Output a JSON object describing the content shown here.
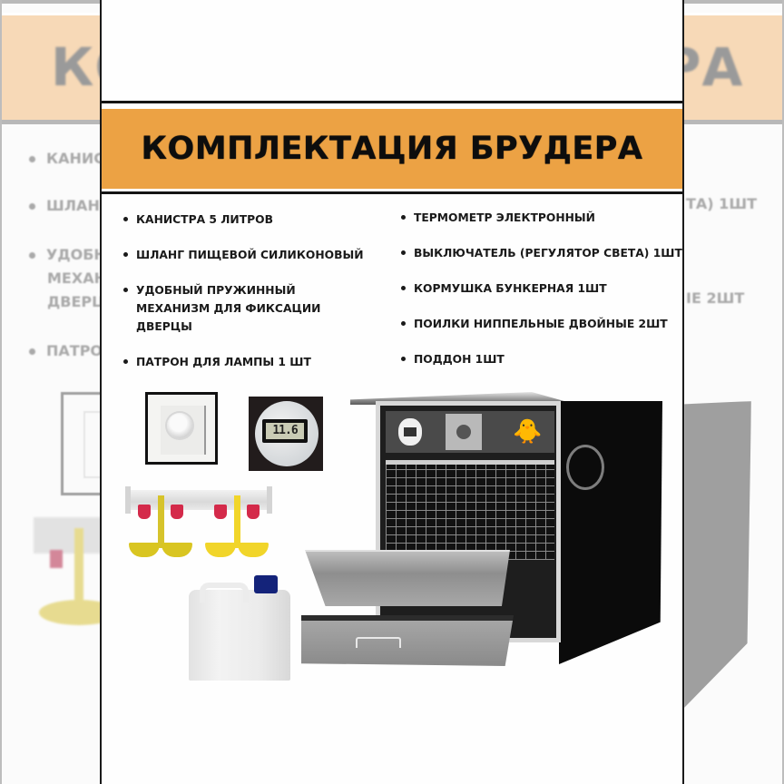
{
  "header": {
    "title": "КОМПЛЕКТАЦИЯ БРУДЕРА"
  },
  "background": {
    "left_title_fragment": "КО",
    "right_title_fragment": "РА",
    "left_items": [
      "КАНИС",
      "ШЛАН",
      "УДОБН",
      "МЕХАН",
      "ДВЕРЦ",
      "ПАТРО"
    ],
    "right_items": [
      "ТА) 1ШТ",
      "ІЕ 2ШТ"
    ]
  },
  "items_left": [
    {
      "label": "КАНИСТРА 5 ЛИТРОВ"
    },
    {
      "label": "ШЛАНГ ПИЩЕВОЙ СИЛИКОНОВЫЙ"
    },
    {
      "label": "УДОБНЫЙ ПРУЖИННЫЙ МЕХАНИЗМ ДЛЯ ФИКСАЦИИ ДВЕРЦЫ"
    },
    {
      "label": "ПАТРОН ДЛЯ ЛАМПЫ 1 ШТ"
    }
  ],
  "items_right": [
    {
      "label": "ТЕРМОМЕТР ЭЛЕКТРОННЫЙ"
    },
    {
      "label": "ВЫКЛЮЧАТЕЛЬ (РЕГУЛЯТОР СВЕТА) 1ШТ"
    },
    {
      "label": "КОРМУШКА БУНКЕРНАЯ 1ШТ"
    },
    {
      "label": "ПОИЛКИ НИППЕЛЬНЫЕ ДВОЙНЫЕ 2ШТ"
    },
    {
      "label": "ПОДДОН 1ШТ"
    }
  ],
  "images": {
    "thermometer_display": "11.6",
    "brooder_chick_glyph": "🐥"
  },
  "colors": {
    "band": "#eca244",
    "title_text": "#0d0d0d",
    "body_text": "#1a1a1a",
    "background_band": "#f7d9b7"
  }
}
